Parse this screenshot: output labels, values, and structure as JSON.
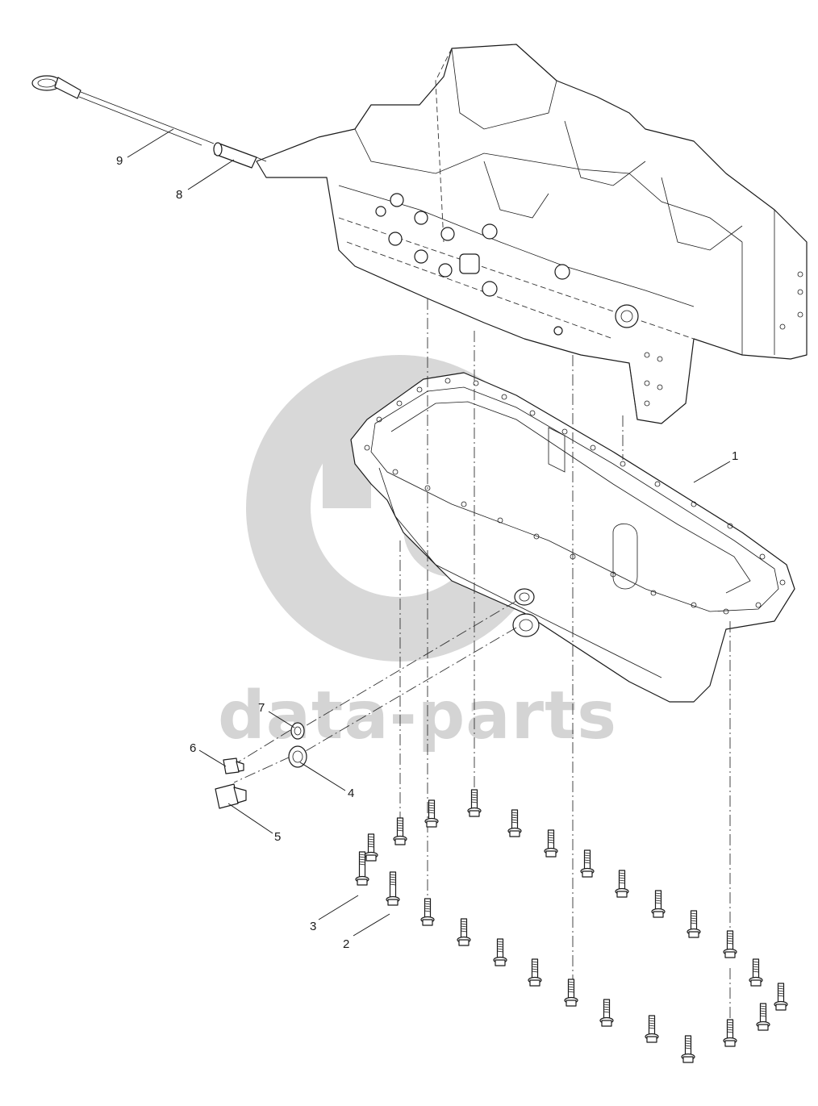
{
  "watermark": {
    "text": "data-parts",
    "color": "#d4d4d4"
  },
  "callouts": [
    {
      "num": "1",
      "part": "oil-pan"
    },
    {
      "num": "2",
      "part": "bolt-short"
    },
    {
      "num": "3",
      "part": "bolt-long"
    },
    {
      "num": "4",
      "part": "sealing-washer-large"
    },
    {
      "num": "5",
      "part": "drain-plug-large"
    },
    {
      "num": "6",
      "part": "drain-plug-small"
    },
    {
      "num": "7",
      "part": "sealing-washer-small"
    },
    {
      "num": "8",
      "part": "dipstick-tube"
    },
    {
      "num": "9",
      "part": "dipstick"
    }
  ]
}
